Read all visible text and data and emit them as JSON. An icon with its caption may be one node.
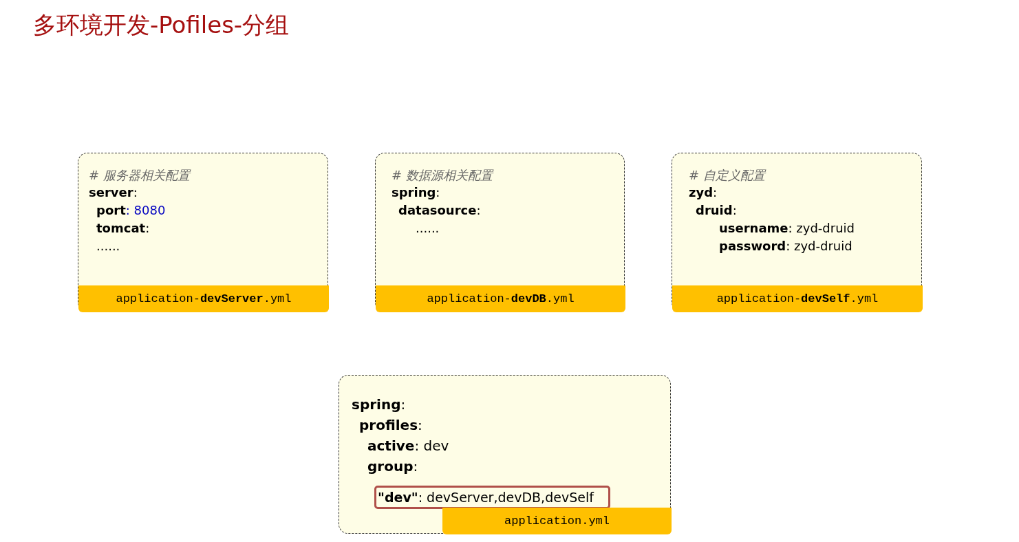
{
  "diagram": {
    "title": "多环境开发-Pofiles-分组",
    "nodes": [
      {
        "text": [
          "# 服务器相关配置",
          "**server**:",
          "**port**: 8080",
          "**tomcat**:",
          "......"
        ]
      },
      {
        "text": [
          "application-**devServer**.yml"
        ],
        "in": 0
      },
      {
        "text": [
          "# 数据源相关配置",
          "**spring**:",
          "**datasource**:",
          "......"
        ]
      },
      {
        "text": [
          "application-**devDB**.yml"
        ],
        "in": 2
      },
      {
        "text": [
          "# 自定义配置",
          "**zyd**:",
          "**druid**:",
          "**username**: zyd-druid",
          "**password**: zyd-druid"
        ]
      },
      {
        "text": [
          "application-**devSelf**.yml"
        ],
        "in": 4
      },
      {
        "text": [
          "**spring**:",
          "**profiles**:",
          "**active**: dev",
          "**group**:"
        ]
      },
      {
        "text": [
          "**\"dev\"**: devServer,devDB,devSelf"
        ],
        "in": 6
      },
      {
        "text": [
          "application.yml"
        ],
        "in": 6
      }
    ],
    "edges": []
  }
}
